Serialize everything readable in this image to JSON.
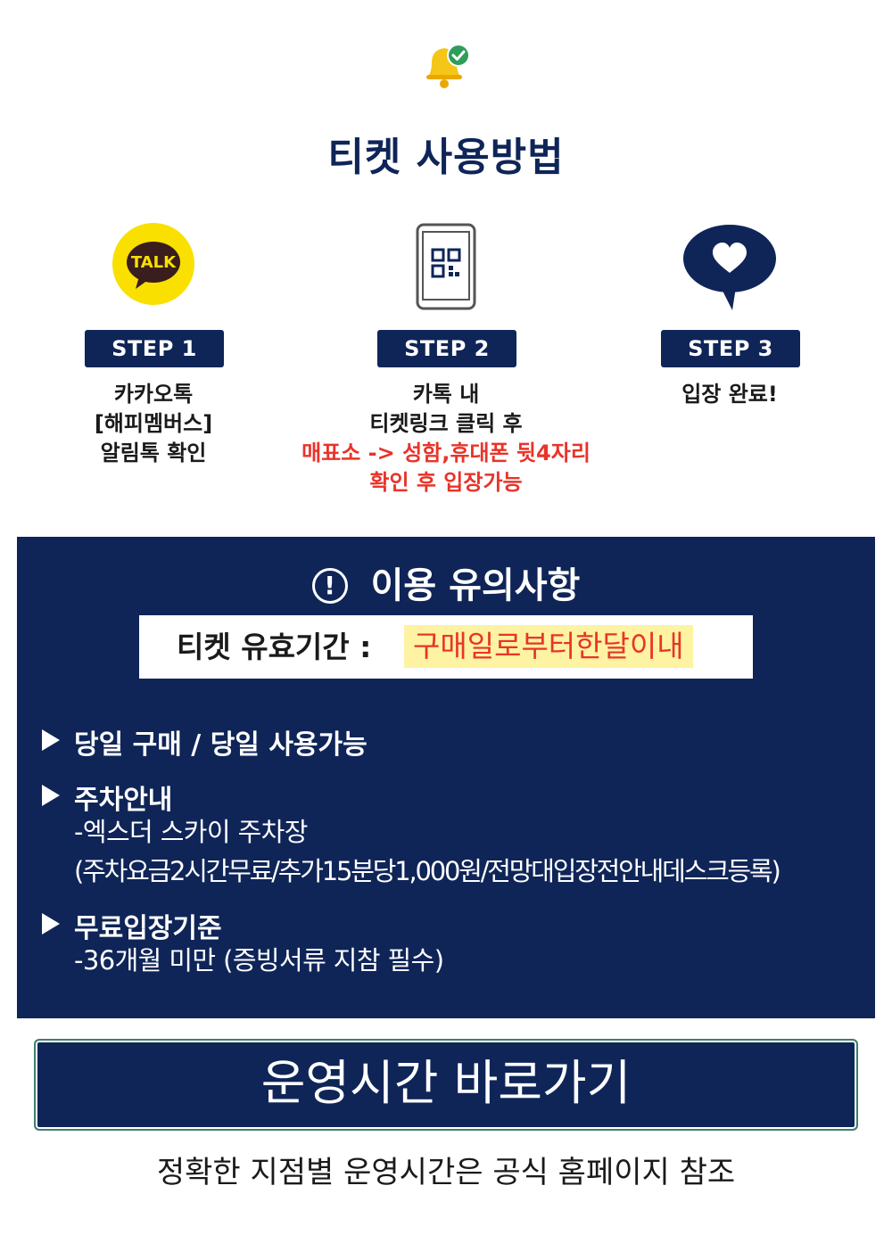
{
  "title": "티켓 사용방법",
  "steps": [
    {
      "icon": "kakaotalk-icon",
      "icon_text": "TALK",
      "badge": "STEP 1",
      "lines": [
        "카카오톡",
        "[해피멤버스]",
        "알림톡 확인"
      ]
    },
    {
      "icon": "qr-phone-icon",
      "badge": "STEP 2",
      "lines": [
        "카톡 내",
        "티켓링크 클릭 후"
      ],
      "red_lines": [
        "매표소 -> 성함,휴대폰 뒷4자리",
        "확인 후 입장가능"
      ]
    },
    {
      "icon": "heart-speech-bubble-icon",
      "badge": "STEP 3",
      "lines": [
        "입장 완료!"
      ]
    }
  ],
  "notice": {
    "icon_text": "!",
    "title": "이용 유의사항",
    "valid_label": "티켓 유효기간  :",
    "valid_value": "구매일로부터한달이내",
    "items": [
      {
        "head": "당일 구매 / 당일 사용가능",
        "subs": []
      },
      {
        "head": "주차안내",
        "subs": [
          "-엑스더 스카이 주차장",
          "(주차요금2시간무료/추가15분당1,000원/전망대입장전안내데스크등록)"
        ]
      },
      {
        "head": "무료입장기준",
        "subs": [
          "-36개월 미만 (증빙서류 지참 필수)"
        ]
      }
    ]
  },
  "cta_label": "운영시간 바로가기",
  "footer_text": "정확한 지점별 운영시간은 공식 홈페이지 참조",
  "colors": {
    "navy": "#0f2558",
    "red": "#e8342a",
    "kakao_yellow": "#f9e000",
    "highlight": "#fdf3a3",
    "bell": "#f5c518",
    "check": "#2e9e5a"
  }
}
